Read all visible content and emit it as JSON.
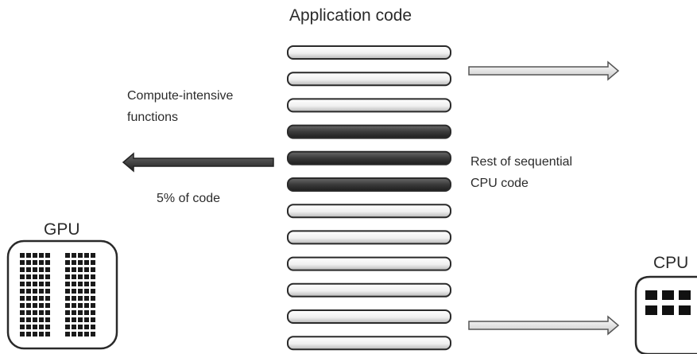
{
  "title": "Application code",
  "labels": {
    "compute_intensive": "Compute-intensive\nfunctions",
    "percent": "5% of code",
    "rest": "Rest of sequential\nCPU code",
    "gpu": "GPU",
    "cpu": "CPU"
  },
  "code_blocks": [
    "light",
    "light",
    "light",
    "dark",
    "dark",
    "dark",
    "light",
    "light",
    "light",
    "light",
    "light",
    "light"
  ],
  "colors": {
    "light_fill": "#f2f2f2",
    "dark_fill": "#3a3a3a",
    "outline": "#2a2a2a"
  }
}
